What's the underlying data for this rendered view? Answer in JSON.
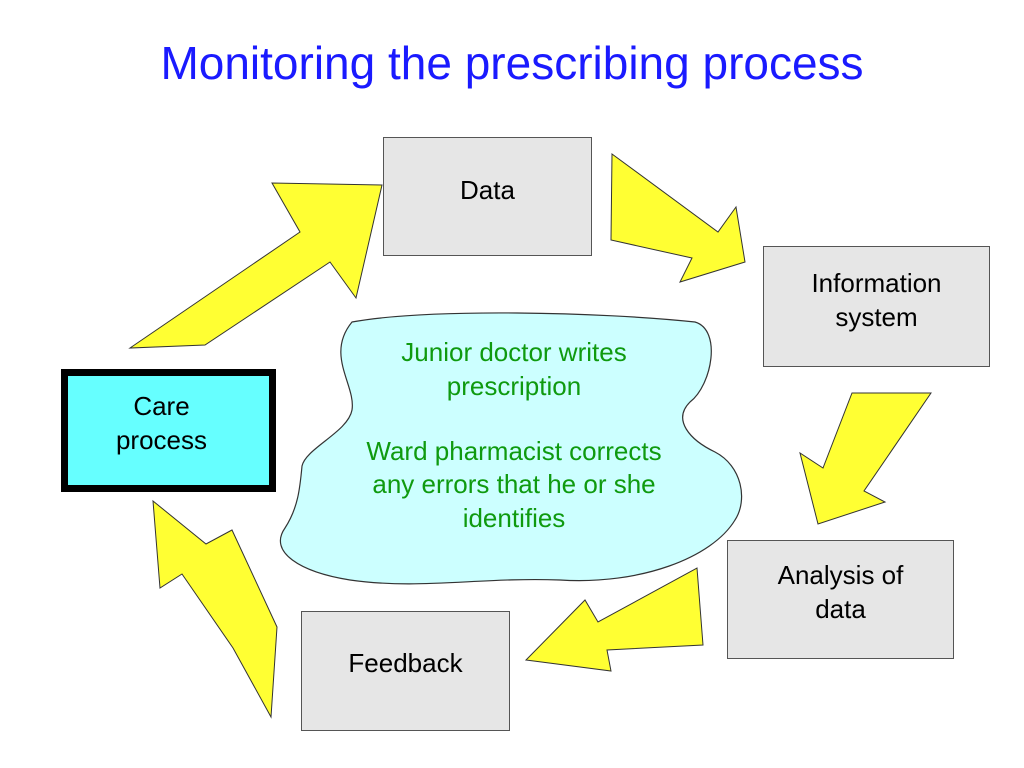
{
  "slide": {
    "title": "Monitoring the prescribing process"
  },
  "boxes": {
    "data": {
      "label": "Data"
    },
    "information_system": {
      "line1": "Information",
      "line2": "system"
    },
    "analysis": {
      "line1": "Analysis of",
      "line2": "data"
    },
    "feedback": {
      "label": "Feedback"
    },
    "care_process": {
      "line1": "Care",
      "line2": "process"
    }
  },
  "cloud_note": {
    "line1": "Junior doctor writes",
    "line2": "prescription",
    "line3": "Ward pharmacist corrects",
    "line4": "any errors that he or she",
    "line5": "identifies"
  },
  "colors": {
    "title": "#1a1aff",
    "arrow_fill": "#ffff33",
    "care_box_fill": "#66ffff",
    "process_box_fill": "#e6e6e6",
    "cloud_fill": "#ccffff",
    "cloud_text": "#0f9a0f"
  }
}
